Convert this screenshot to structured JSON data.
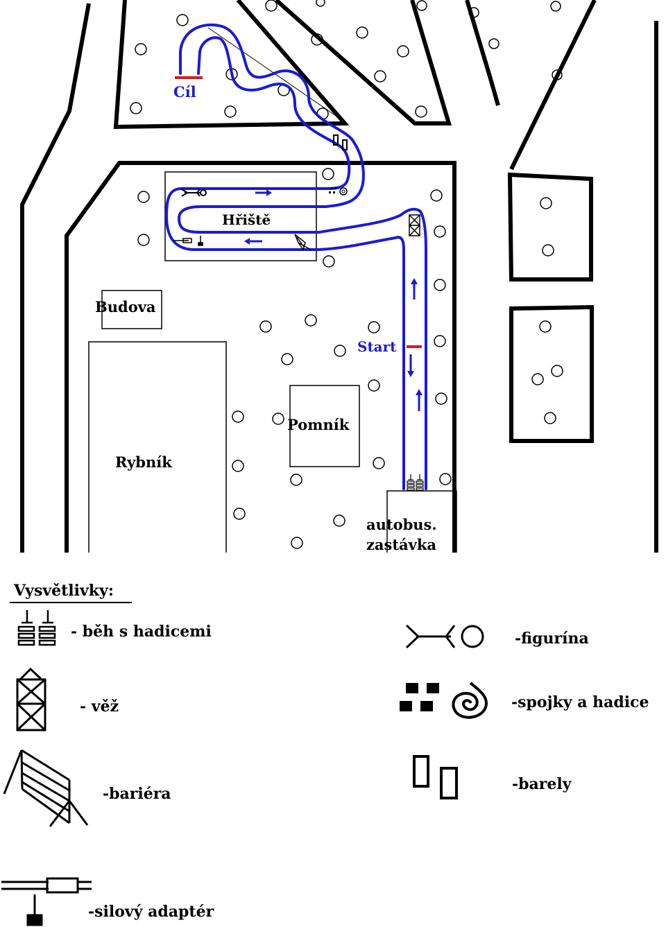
{
  "map": {
    "labels": {
      "finish": "Cíl",
      "start": "Start",
      "playground": "Hřiště",
      "building": "Budova",
      "monument": "Pomník",
      "pond": "Rybník",
      "bus_stop_line1": "autobus.",
      "bus_stop_line2": "zastávka"
    },
    "colors": {
      "route": "#1a1ad8",
      "start_finish_mark": "#d81a1a",
      "lines": "#000000",
      "background": "#ffffff"
    }
  },
  "legend": {
    "title": "Vysvětlivky:",
    "items": [
      {
        "icon": "hose-run-icon",
        "label": "- běh s hadicemi"
      },
      {
        "icon": "mannequin-icon",
        "label": "-figurína"
      },
      {
        "icon": "tower-icon",
        "label": "- věž"
      },
      {
        "icon": "couplings-and-hose-icon",
        "label": "-spojky a hadice"
      },
      {
        "icon": "barrier-icon",
        "label": "-bariéra"
      },
      {
        "icon": "barrels-icon",
        "label": "-barely"
      },
      {
        "icon": "power-adapter-icon",
        "label": "-silový adaptér"
      }
    ]
  }
}
